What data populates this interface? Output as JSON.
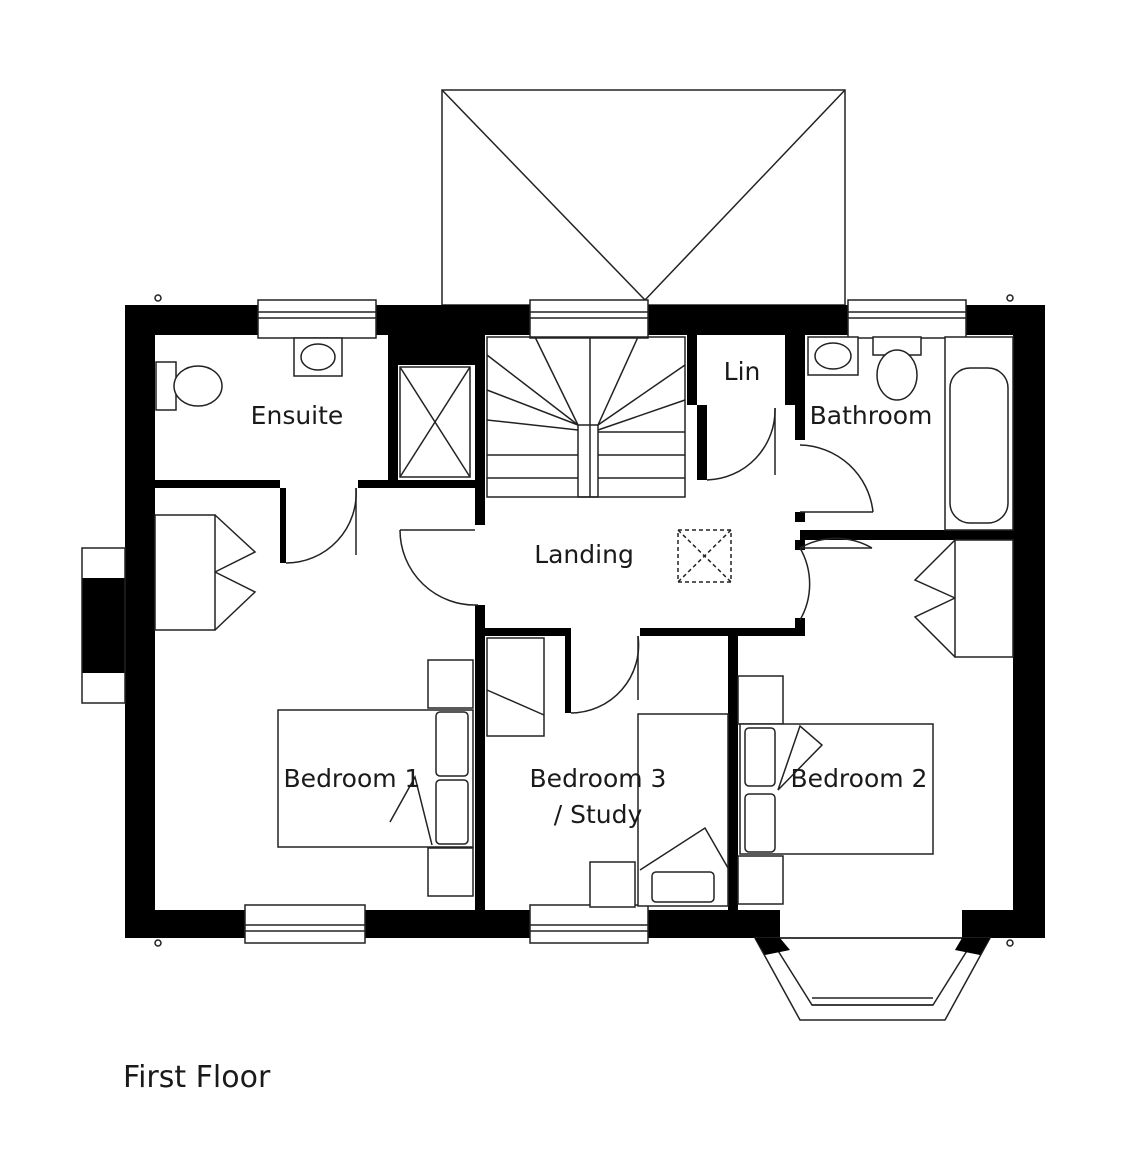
{
  "plan": {
    "caption": "First Floor",
    "rooms": {
      "ensuite": "Ensuite",
      "lin": "Lin",
      "bathroom": "Bathroom",
      "landing": "Landing",
      "bedroom1": "Bedroom 1",
      "bedroom3_line1": "Bedroom 3",
      "bedroom3_line2": "/ Study",
      "bedroom2": "Bedroom 2"
    },
    "colors": {
      "wall": "#000000",
      "line": "#222222",
      "background": "#ffffff"
    }
  }
}
